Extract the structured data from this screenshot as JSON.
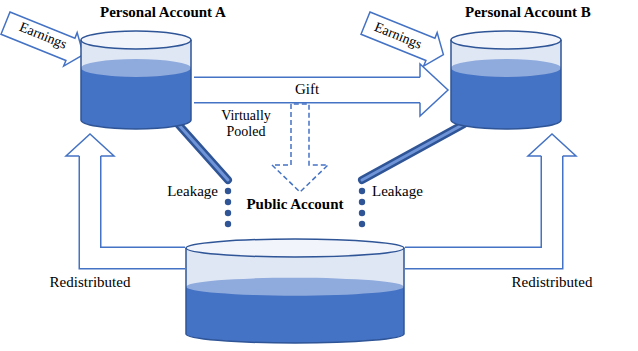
{
  "diagram": {
    "nodes": [
      {
        "text": [
          "Personal Account A"
        ]
      },
      {
        "text": [
          "Personal Account B"
        ]
      },
      {
        "text": [
          "Public Account"
        ]
      }
    ],
    "edges": [
      {
        "from": 0,
        "to": 1,
        "label": "Gift",
        "arrow": "to"
      },
      {
        "from": 0,
        "to": 2,
        "label": "Leakage",
        "arrow": "none"
      },
      {
        "from": 2,
        "to": 0,
        "label": "Redistributed",
        "arrow": "to"
      },
      {
        "from": 1,
        "to": 2,
        "label": "Leakage",
        "arrow": "none"
      },
      {
        "from": 2,
        "to": 1,
        "label": "Redistributed",
        "arrow": "to"
      }
    ],
    "labels": [
      "Earnings",
      "Earnings",
      "Virtually Pooled"
    ]
  }
}
